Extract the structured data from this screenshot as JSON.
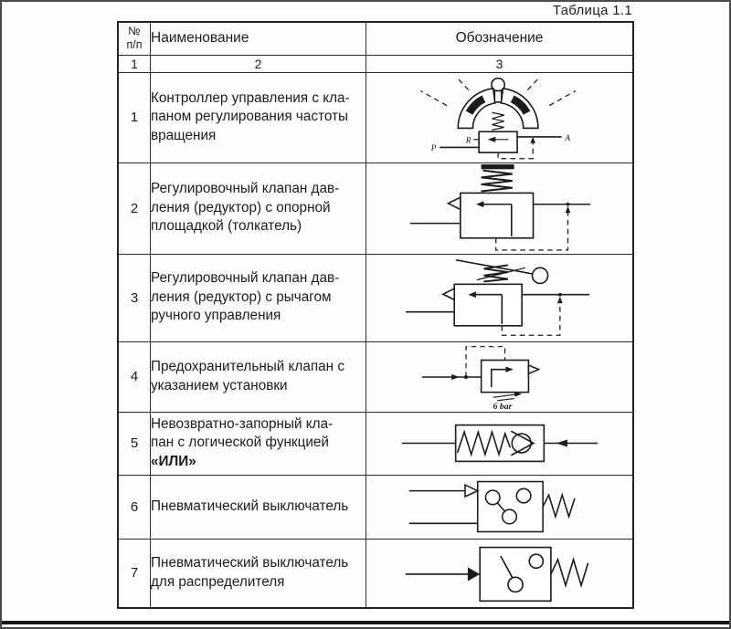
{
  "caption": "Таблица 1.1",
  "table": {
    "header": {
      "num_top": "№",
      "num_bottom": "п/п",
      "name": "Наименование",
      "designation": "Обозначение"
    },
    "col_numbers": [
      "1",
      "2",
      "3"
    ],
    "rows": [
      {
        "num": "1",
        "name_lines": [
          "Контроллер управления с кла-",
          "паном регулирования частоты",
          "вращения"
        ],
        "symbol": "rotation-speed-controller-valve-symbol",
        "port_labels": {
          "r": "R",
          "a": "A",
          "p": "P"
        }
      },
      {
        "num": "2",
        "name_lines": [
          "Регулировочный клапан дав-",
          "ления (редуктор) с опорной",
          "площадкой (толкатель)"
        ],
        "symbol": "pressure-reducing-valve-pushpad-symbol"
      },
      {
        "num": "3",
        "name_lines": [
          "Регулировочный клапан дав-",
          "ления (редуктор) с рычагом",
          "ручного управления"
        ],
        "symbol": "pressure-reducing-valve-hand-lever-symbol"
      },
      {
        "num": "4",
        "name_lines": [
          "Предохранительный клапан с",
          "указанием установки"
        ],
        "symbol": "safety-valve-with-setting-symbol",
        "setting": "6 bar"
      },
      {
        "num": "5",
        "name_lines": [
          "Невозвратно-запорный кла-",
          "пан с логической функцией",
          "«ИЛИ»"
        ],
        "symbol": "non-return-valve-or-function-symbol"
      },
      {
        "num": "6",
        "name_lines": [
          "Пневматический выключатель"
        ],
        "symbol": "pneumatic-switch-symbol"
      },
      {
        "num": "7",
        "name_lines": [
          "Пневматический выключатель",
          "для распределителя"
        ],
        "symbol": "pneumatic-switch-distributor-symbol"
      }
    ]
  }
}
